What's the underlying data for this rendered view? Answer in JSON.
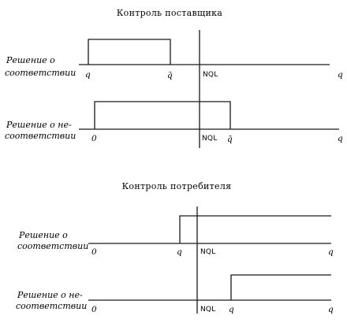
{
  "titles": {
    "supplier": "Контроль поставщика",
    "consumer": "Контроль потребителя"
  },
  "labels": {
    "conform_l1": "Решение о",
    "conform_l2": "соответствии",
    "nonconform_l1": "Решение о не-",
    "nonconform_l2": "соответствии"
  },
  "ticks": {
    "q_under": "q",
    "q_bar": "q̄",
    "zero": "0",
    "nql": "NQL",
    "q_end": "q"
  }
}
